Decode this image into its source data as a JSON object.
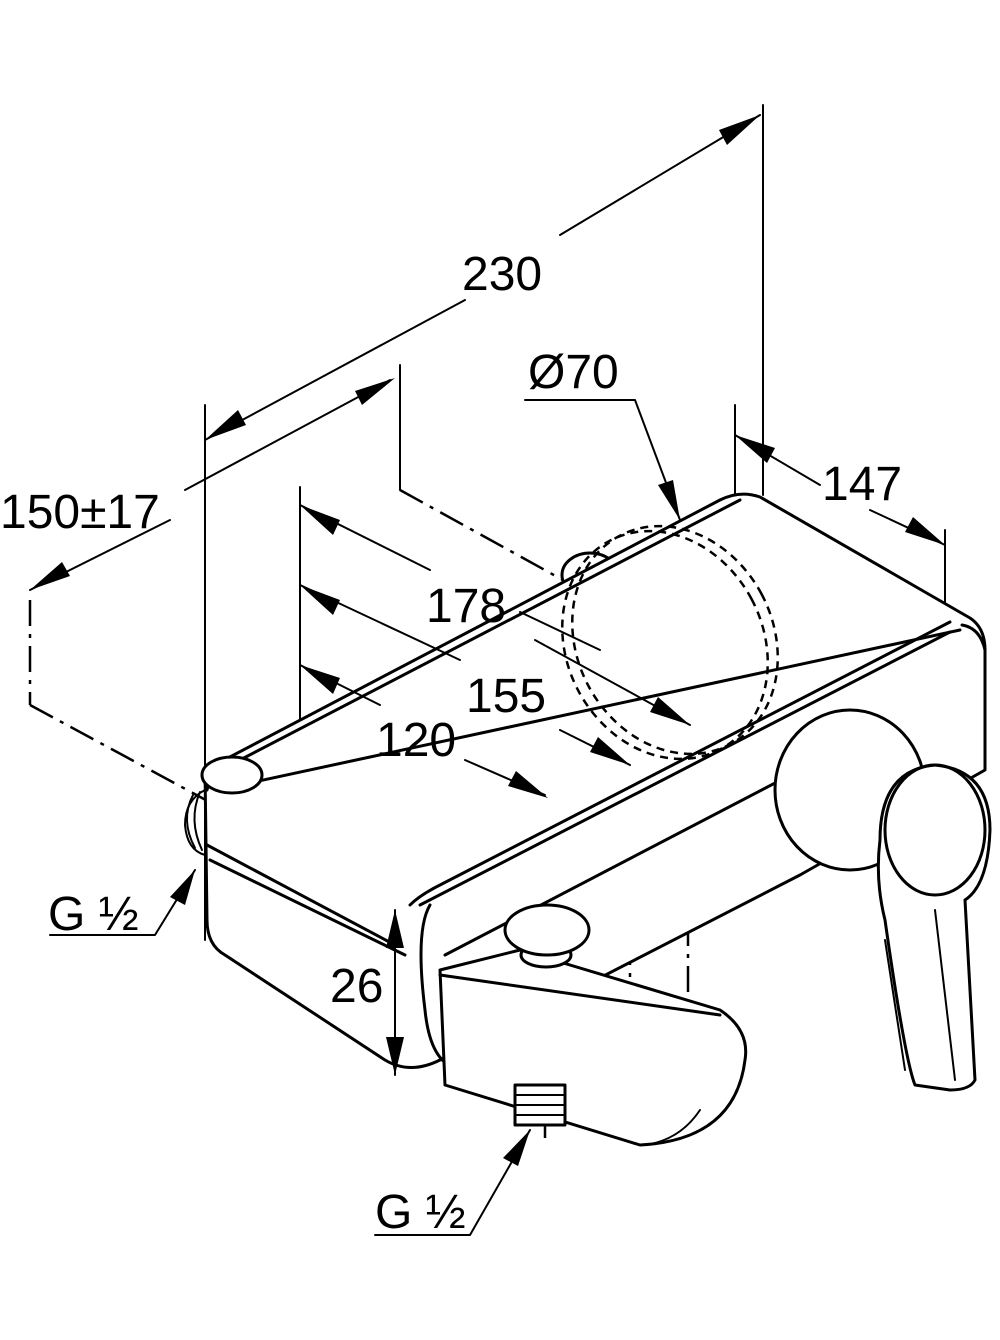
{
  "dimensions": {
    "total_length": "230",
    "projection": "150±17",
    "outlet_distance_178": "178",
    "outlet_distance_155": "155",
    "outlet_distance_120": "120",
    "rosette_diameter": "Ø70",
    "lever_length": "147",
    "body_height": "26",
    "thread_inlet": "G ½",
    "thread_outlet": "G ½"
  },
  "colors": {
    "line": "#000000",
    "background": "#ffffff"
  }
}
